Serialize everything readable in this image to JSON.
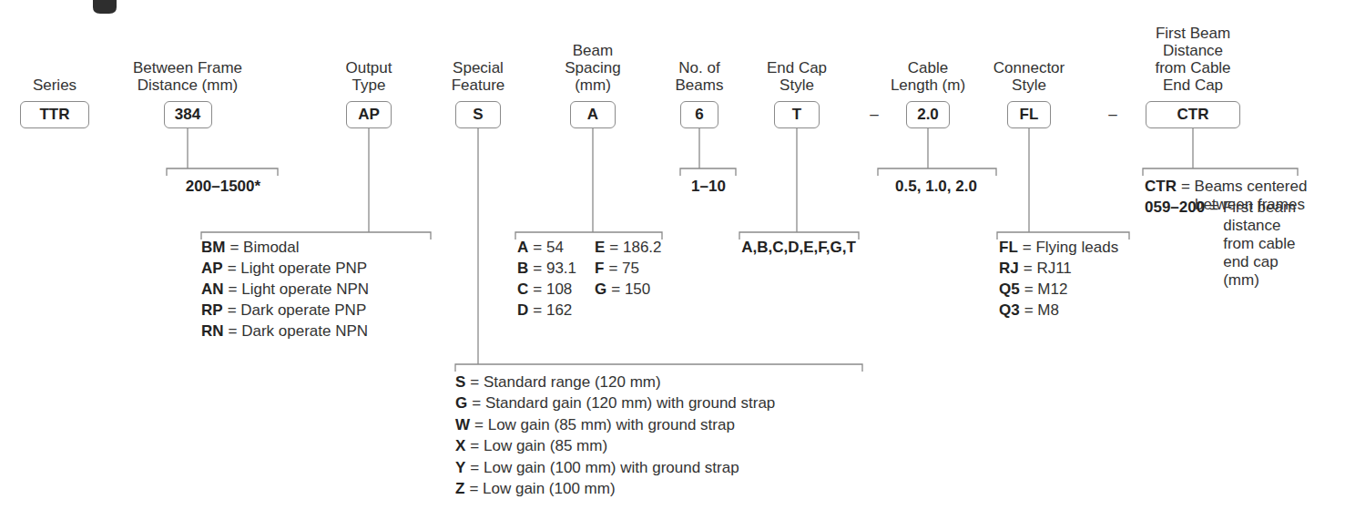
{
  "diagram": {
    "nodes": [
      {
        "text": [
          "Series",
          "TTR"
        ]
      },
      {
        "text": [
          "Between Frame Distance (mm)",
          "384"
        ]
      },
      {
        "text": [
          "Output Type",
          "AP"
        ]
      },
      {
        "text": [
          "Special Feature",
          "S"
        ]
      },
      {
        "text": [
          "Beam Spacing (mm)",
          "A"
        ]
      },
      {
        "text": [
          "No. of Beams",
          "6"
        ]
      },
      {
        "text": [
          "End Cap Style",
          "T"
        ]
      },
      {
        "text": [
          "Cable Length (m)",
          "2.0"
        ]
      },
      {
        "text": [
          "Connector Style",
          "FL"
        ]
      },
      {
        "text": [
          "First Beam Distance from Cable End Cap",
          "CTR"
        ]
      }
    ],
    "labels": [
      "–",
      "–",
      "200–1500*",
      "BM",
      "= Bimodal",
      "AP",
      "= Light operate PNP",
      "AN",
      "= Light operate NPN",
      "RP",
      "= Dark operate PNP",
      "RN",
      "= Dark operate NPN",
      "A",
      "= 54",
      "B",
      "= 93.1",
      "C",
      "= 108",
      "D",
      "= 162",
      "E",
      "= 186.2",
      "F",
      "= 75",
      "G",
      "= 150",
      "1–10",
      "A,B,C,D,E,F,G,T",
      "0.5, 1.0, 2.0",
      "FL",
      "= Flying leads",
      "RJ",
      "= RJ11",
      "Q5",
      "= M12",
      "Q3",
      "= M8",
      "CTR",
      "= Beams centered between frames",
      "059–200",
      "= First beam distance from cable end cap (mm)",
      "S",
      "= Standard range (120 mm)",
      "G",
      "= Standard gain (120 mm) with ground strap",
      "W",
      "= Low gain (85 mm) with ground strap",
      "X",
      "= Low gain (85 mm)",
      "Y",
      "= Low gain (100 mm) with ground strap",
      "Z",
      "= Low gain (100 mm)"
    ]
  }
}
